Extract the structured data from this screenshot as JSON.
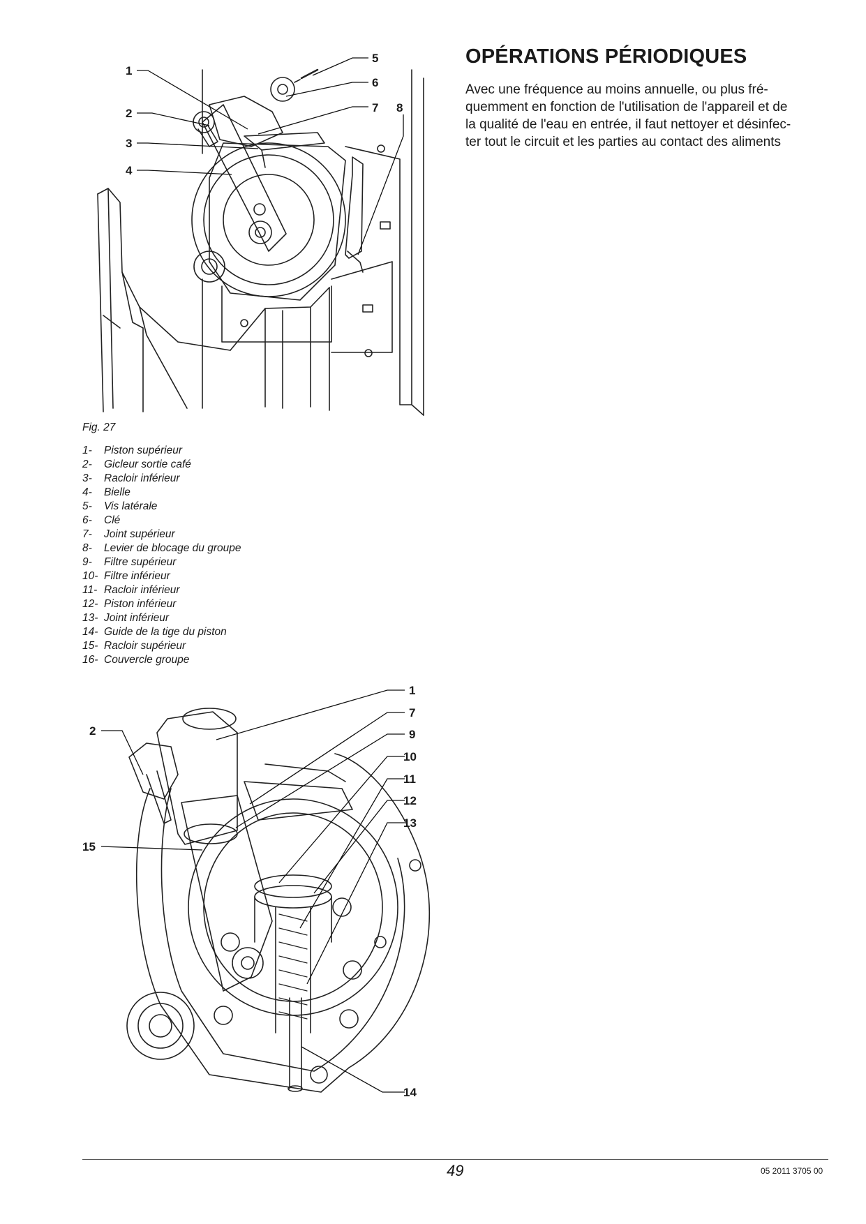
{
  "heading": "OPÉRATIONS PÉRIODIQUES",
  "intro_lines": [
    "Avec une fréquence au moins annuelle, ou plus fré-",
    "quemment en fonction de l'utilisation de l'appareil et de",
    "la qualité de l'eau en entrée, il faut nettoyer et désinfec-",
    "ter tout le circuit et les parties au contact des aliments"
  ],
  "figure_label": "Fig. 27",
  "legend": [
    {
      "num": "1-",
      "label": "Piston supérieur"
    },
    {
      "num": "2-",
      "label": "Gicleur sortie café"
    },
    {
      "num": "3-",
      "label": "Racloir inférieur"
    },
    {
      "num": "4-",
      "label": "Bielle"
    },
    {
      "num": "5-",
      "label": "Vis latérale"
    },
    {
      "num": "6-",
      "label": "Clé"
    },
    {
      "num": "7-",
      "label": "Joint supérieur"
    },
    {
      "num": "8-",
      "label": "Levier de blocage du groupe"
    },
    {
      "num": "9-",
      "label": "Filtre supérieur"
    },
    {
      "num": "10-",
      "label": "Filtre inférieur"
    },
    {
      "num": "11-",
      "label": "Racloir inférieur"
    },
    {
      "num": "12-",
      "label": "Piston inférieur"
    },
    {
      "num": "13-",
      "label": "Joint inférieur"
    },
    {
      "num": "14-",
      "label": "Guide de la tige du piston"
    },
    {
      "num": "15-",
      "label": "Racloir supérieur"
    },
    {
      "num": "16-",
      "label": "Couvercle groupe"
    }
  ],
  "top_callouts": [
    "1",
    "2",
    "3",
    "4",
    "5",
    "6",
    "7",
    "8"
  ],
  "bottom_callouts": [
    "1",
    "7",
    "9",
    "10",
    "11",
    "12",
    "13",
    "2",
    "15",
    "14"
  ],
  "footer": {
    "page_number": "49",
    "doc_code": "05  2011 3705 00"
  }
}
